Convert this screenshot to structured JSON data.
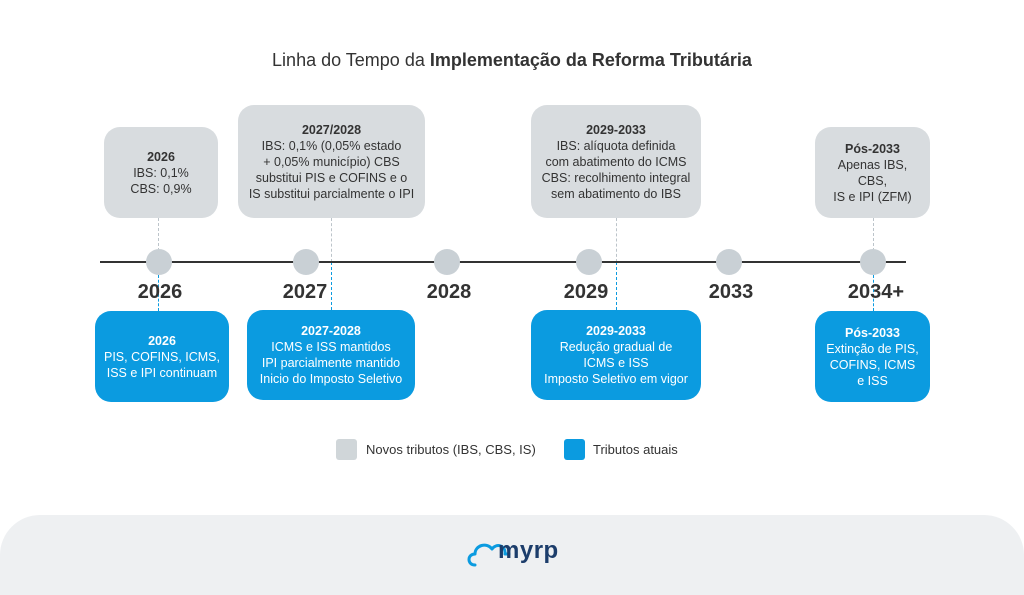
{
  "title": {
    "regular": "Linha do Tempo da ",
    "bold": "Implementação da Reforma Tributária"
  },
  "years": [
    "2026",
    "2027",
    "2028",
    "2029",
    "2033",
    "2034+"
  ],
  "top_boxes": [
    {
      "header": "2026",
      "lines": [
        "IBS: 0,1%",
        "CBS: 0,9%"
      ]
    },
    {
      "header": "2027/2028",
      "lines": [
        "IBS: 0,1% (0,05% estado",
        "+ 0,05% município) CBS",
        "substitui PIS e COFINS e o",
        "IS substitui parcialmente o IPI"
      ]
    },
    {
      "header": "2029-2033",
      "lines": [
        "IBS: alíquota definida",
        "com abatimento do ICMS",
        "CBS: recolhimento integral",
        "sem abatimento do IBS"
      ]
    },
    {
      "header": "Pós-2033",
      "lines": [
        "Apenas IBS, CBS,",
        "IS e IPI (ZFM)"
      ]
    }
  ],
  "bottom_boxes": [
    {
      "header": "2026",
      "lines": [
        "PIS, COFINS, ICMS,",
        "ISS e IPI continuam"
      ]
    },
    {
      "header": "2027-2028",
      "lines": [
        "ICMS e ISS mantidos",
        "IPI parcialmente mantido",
        "Inicio do Imposto Seletivo"
      ]
    },
    {
      "header": "2029-2033",
      "lines": [
        "Redução gradual de",
        "ICMS e ISS",
        "Imposto Seletivo em vigor"
      ]
    },
    {
      "header": "Pós-2033",
      "lines": [
        "Extinção de PIS,",
        "COFINS, ICMS",
        "e ISS"
      ]
    }
  ],
  "legend": [
    {
      "label": "Novos tributos (IBS, CBS, IS)",
      "color": "#d0d6d9"
    },
    {
      "label": "Tributos atuais",
      "color": "#0b9be0"
    }
  ],
  "footer": {
    "logo_text": "myrp"
  }
}
